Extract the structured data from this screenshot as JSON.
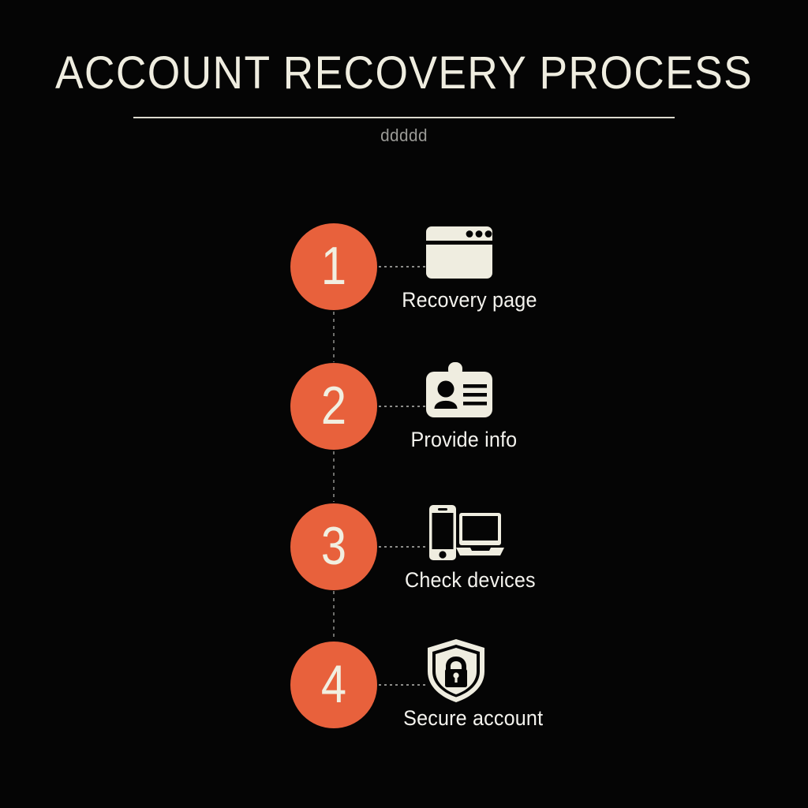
{
  "header": {
    "title": "ACCOUNT RECOVERY PROCESS",
    "subtitle": "ddddd"
  },
  "theme": {
    "background": "#050505",
    "accent": "#E8613C",
    "cream": "#EFEDE0",
    "label_color": "#F4F3EE",
    "subtitle_color": "#9A9A96",
    "connector_color": "#8D8D8A"
  },
  "steps": [
    {
      "number": "1",
      "label": "Recovery page",
      "icon": "browser-window-icon"
    },
    {
      "number": "2",
      "label": "Provide info",
      "icon": "id-badge-icon"
    },
    {
      "number": "3",
      "label": "Check devices",
      "icon": "phone-laptop-devices-icon"
    },
    {
      "number": "4",
      "label": "Secure account",
      "icon": "shield-lock-icon"
    }
  ]
}
